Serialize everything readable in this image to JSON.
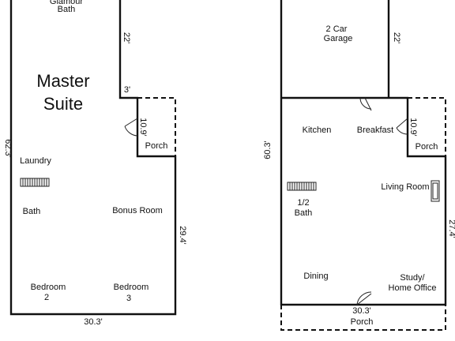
{
  "upper_floor": {
    "rooms": {
      "glamour_bath_line1": "Glamour",
      "glamour_bath_line2": "Bath",
      "master_line1": "Master",
      "master_line2": "Suite",
      "laundry": "Laundry",
      "bath": "Bath",
      "bonus_room": "Bonus Room",
      "bedroom2_line1": "Bedroom",
      "bedroom2_line2": "2",
      "bedroom3_line1": "Bedroom",
      "bedroom3_line2": "3",
      "porch": "Porch"
    },
    "dimensions": {
      "left": "62.3'",
      "bottom": "30.3'",
      "right": "29.4'",
      "notch_vertical": "22'",
      "notch_horizontal": "3'",
      "porch": "10.9'"
    }
  },
  "main_floor": {
    "rooms": {
      "garage_line1": "2 Car",
      "garage_line2": "Garage",
      "kitchen": "Kitchen",
      "breakfast": "Breakfast",
      "porch_side": "Porch",
      "living_room": "Living Room",
      "half_bath_line1": "1/2",
      "half_bath_line2": "Bath",
      "dining": "Dining",
      "study_line1": "Study/",
      "study_line2": "Home Office",
      "porch_front": "Porch"
    },
    "dimensions": {
      "left": "60.3'",
      "garage": "22'",
      "right": "27.4'",
      "porch": "10.9'",
      "front": "30.3'"
    }
  }
}
